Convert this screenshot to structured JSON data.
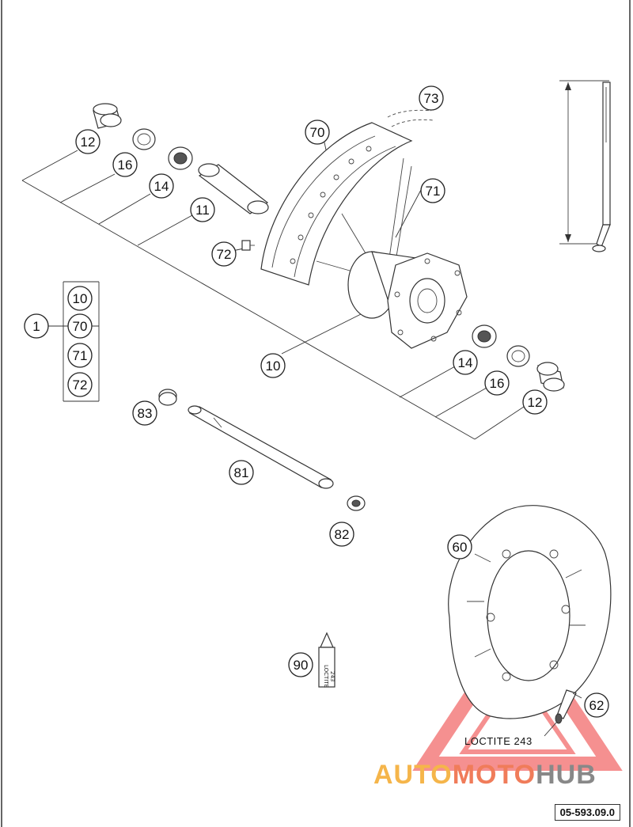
{
  "diagram": {
    "callouts": [
      {
        "id": "12-top",
        "label": "12"
      },
      {
        "id": "16-top",
        "label": "16"
      },
      {
        "id": "14-top",
        "label": "14"
      },
      {
        "id": "11",
        "label": "11"
      },
      {
        "id": "72",
        "label": "72"
      },
      {
        "id": "70",
        "label": "70"
      },
      {
        "id": "73",
        "label": "73"
      },
      {
        "id": "71",
        "label": "71"
      },
      {
        "id": "10",
        "label": "10"
      },
      {
        "id": "14-bot",
        "label": "14"
      },
      {
        "id": "16-bot",
        "label": "16"
      },
      {
        "id": "12-bot",
        "label": "12"
      },
      {
        "id": "83",
        "label": "83"
      },
      {
        "id": "81",
        "label": "81"
      },
      {
        "id": "82",
        "label": "82"
      },
      {
        "id": "60",
        "label": "60"
      },
      {
        "id": "90",
        "label": "90"
      },
      {
        "id": "62",
        "label": "62"
      }
    ],
    "kit": {
      "label": "1",
      "items": [
        "10",
        "70",
        "71",
        "72"
      ]
    },
    "loctite_label": "LOCTITE 243",
    "tube_label_line1": "LOCTITE",
    "tube_label_line2": "243"
  },
  "watermark": {
    "part1": "AUTO",
    "part2": "MOTO",
    "part3": "HUB",
    "colors": {
      "auto": "#f5b54a",
      "moto": "#f07c5a",
      "hub": "#888888",
      "triangle": "#f26b6b"
    }
  },
  "reference_code": "05-593.09.0"
}
